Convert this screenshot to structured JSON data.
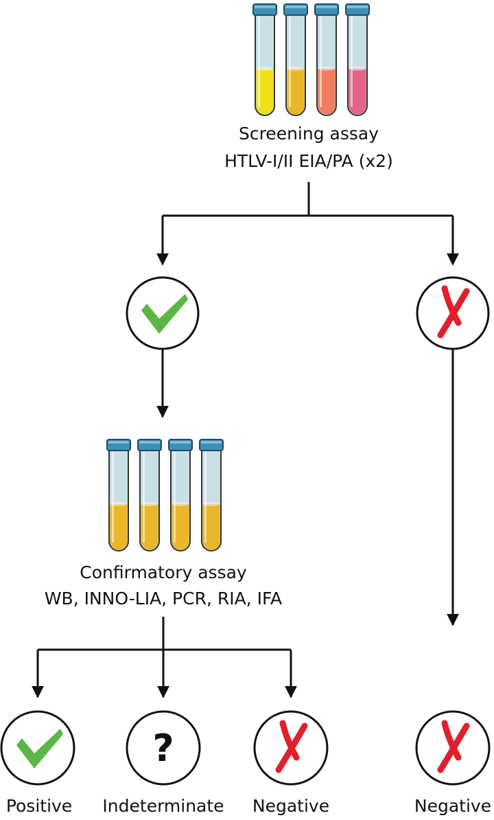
{
  "screening": {
    "title": "Screening assay",
    "methods": "HTLV-I/II EIA/PA (x2)",
    "tube_colors": [
      "#f1df1a",
      "#eab62a",
      "#ef7d60",
      "#e56486"
    ]
  },
  "confirmatory": {
    "title": "Confirmatory assay",
    "methods": "WB, INNO-LIA, PCR, RIA, IFA",
    "tube_colors": [
      "#eab62a",
      "#eab62a",
      "#eab62a",
      "#eab62a"
    ]
  },
  "results": {
    "positive": "Positive",
    "indeterminate": "Indeterminate",
    "negative_confirm": "Negative",
    "negative_screen": "Negative",
    "question_mark": "?"
  },
  "icons": {
    "check": "check-icon",
    "cross": "cross-icon",
    "question": "question-icon",
    "tube": "test-tube-icon"
  },
  "colors": {
    "check": "#5cb646",
    "cross": "#e0202c",
    "line": "#111111",
    "tube_cap": "#3d8fb5",
    "tube_glass": "#c9dfe6"
  }
}
